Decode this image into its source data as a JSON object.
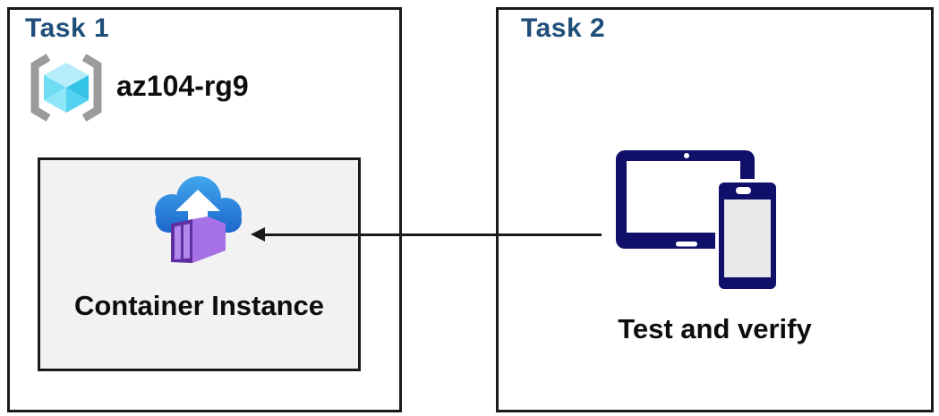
{
  "diagram": {
    "task1": {
      "title": "Task 1",
      "resource_group_name": "az104-rg9",
      "container_label": "Container Instance"
    },
    "task2": {
      "title": "Task 2",
      "caption": "Test and verify"
    },
    "connection": {
      "from": "test-devices",
      "to": "container-instance",
      "direction": "right-to-left"
    }
  },
  "icons": {
    "resource_group": "azure-resource-group-icon",
    "container_instance": "azure-container-instances-icon",
    "devices": "tablet-and-phone-icon"
  },
  "colors": {
    "task_title_blue": "#1F4E79",
    "box_border_black": "#1A1A1A",
    "container_box_bg": "#F2F2F2",
    "device_navy": "#10106B",
    "device_screen_gray": "#E8E8E8",
    "cloud_blue_top": "#349FEC",
    "cloud_blue_bottom": "#1C69CE",
    "container_purple_front": "#5D2FA0",
    "container_purple_side": "#A671E5",
    "container_purple_stripe": "#B487EF",
    "cube_cyan_top": "#B5EDFA",
    "cube_cyan_left_upper": "#6FDCF4",
    "cube_cyan_left_lower": "#8FE6F8",
    "cube_cyan_right_upper": "#33C3E7",
    "cube_cyan_right_lower": "#55D2EF",
    "bracket_gray": "#9B9B9B",
    "text_black": "#0D0D0D"
  }
}
